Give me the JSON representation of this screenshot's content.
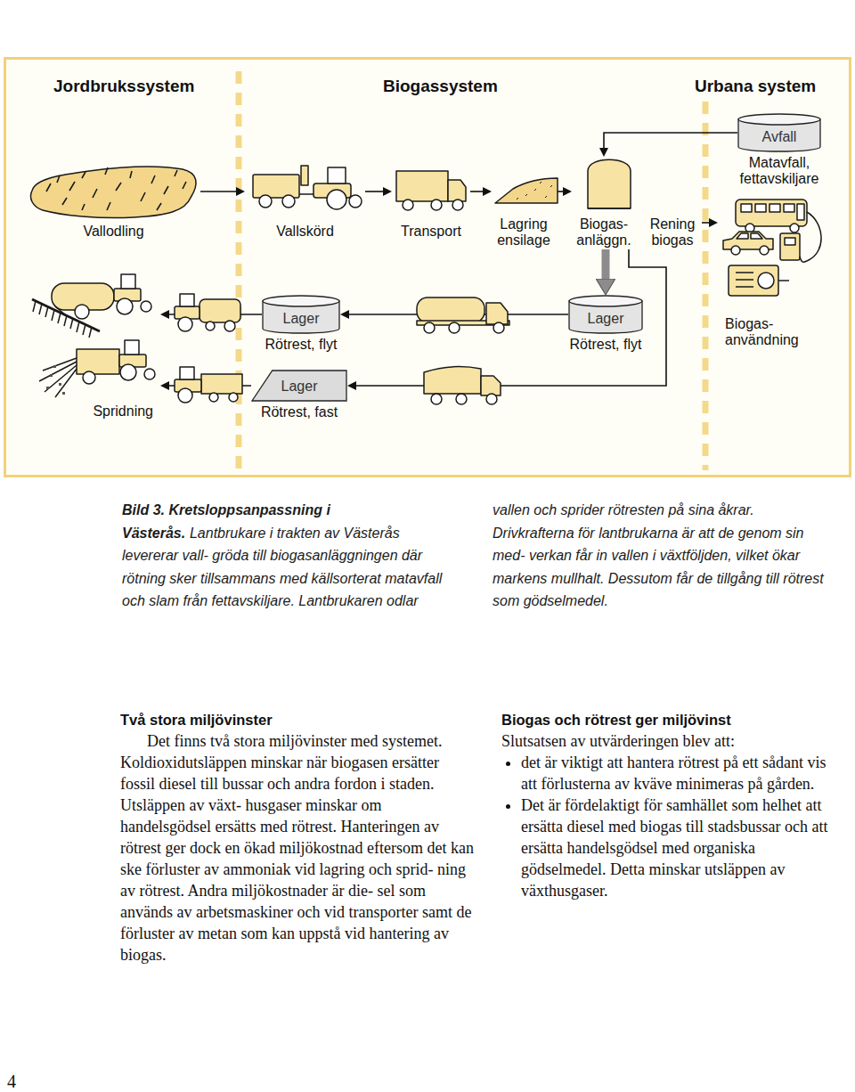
{
  "diagram": {
    "caption": "Bild 3. Kretsloppsanpassning i Västerås.",
    "nodes": [
      {
        "text": [
          "Vallodling"
        ]
      },
      {
        "text": [
          "Vallskörd"
        ]
      },
      {
        "text": [
          "Transport"
        ]
      },
      {
        "text": [
          "Lagring ensilage"
        ]
      },
      {
        "text": [
          "Biogas- anläggn."
        ]
      },
      {
        "text": [
          "Rening biogas"
        ]
      },
      {
        "text": [
          "Avfall",
          "Matavfall, fettavskiljare"
        ]
      },
      {
        "text": [
          "Lager",
          "Rötrest, flyt"
        ]
      },
      {
        "text": [
          "Lager",
          "Rötrest, flyt"
        ]
      },
      {
        "text": [
          "Biogas- användning"
        ]
      },
      {
        "text": [
          "Spridning"
        ]
      },
      {
        "text": [
          "Lager",
          "Rötrest, fast"
        ]
      }
    ],
    "edges": [
      {
        "from": 0,
        "to": 1,
        "arrow": "to"
      },
      {
        "from": 1,
        "to": 2,
        "arrow": "to"
      },
      {
        "from": 2,
        "to": 3,
        "arrow": "to"
      },
      {
        "from": 3,
        "to": 4,
        "arrow": "to"
      },
      {
        "from": 6,
        "to": 4,
        "arrow": "to"
      },
      {
        "from": 5,
        "to": 9,
        "arrow": "to"
      },
      {
        "from": 4,
        "to": 8,
        "arrow": "to"
      },
      {
        "from": 8,
        "to": 7,
        "arrow": "to"
      },
      {
        "from": 7,
        "to": 10,
        "arrow": "to"
      },
      {
        "from": 4,
        "to": 11,
        "arrow": "to"
      },
      {
        "from": 11,
        "to": 10,
        "arrow": "to"
      }
    ],
    "labels": [
      "Jordbrukssystem",
      "Biogassystem",
      "Urbana system",
      "Lantbrukare i trakten av Västerås levererar vall- gröda till biogasanläggningen där rötning sker tillsammans med källsorterat matavfall och slam från fettavskiljare. Lantbrukaren odlar vallen och sprider rötresten på sina åkrar. Drivkrafterna för lantbrukarna är att de genom sin med- verkan får in vallen i växtföljden, vilket ökar markens mullhalt. Dessutom får de tillgång till rötrest som gödselmedel.",
      "Två stora miljövinster",
      "Det finns två stora miljövinster med systemet. Koldioxidutsläppen minskar när biogasen ersätter fossil diesel till bussar och andra fordon i staden. Utsläppen av växt- husgaser minskar om handelsgödsel ersätts med rötrest. Hanteringen av rötrest ger dock en ökad miljökostnad eftersom det kan ske förluster av ammoniak vid lagring och sprid- ning av rötrest. Andra miljökostnader är die- sel som används av arbetsmaskiner och vid transporter samt de förluster av metan som kan uppstå vid hantering av biogas.",
      "Biogas och rötrest ger miljövinst",
      "Slutsatsen av utvärderingen blev att:",
      "det är viktigt att hantera rötrest på ett sådant vis att förlusterna av kväve minimeras på gården.",
      "Det är fördelaktigt för samhället som helhet att ersätta diesel med biogas till stadsbussar och att ersätta handelsgödsel med organiska gödselmedel. Detta minskar utsläppen av växthusgaser.",
      "4"
    ]
  }
}
